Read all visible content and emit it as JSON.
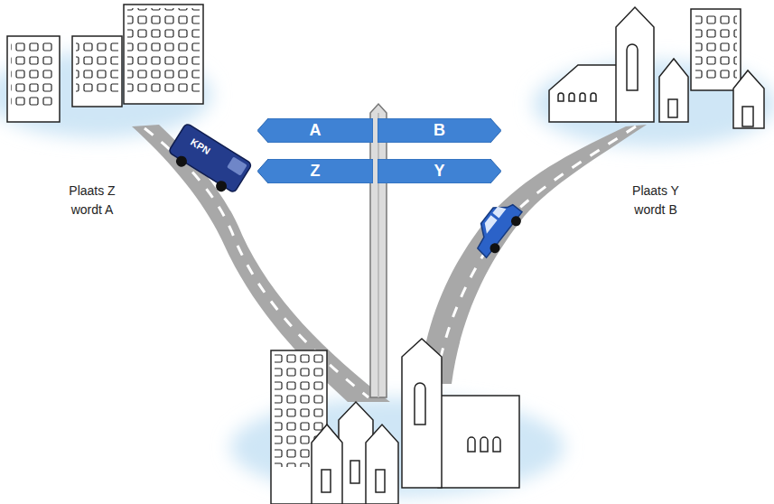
{
  "diagram": {
    "nodes": [
      {
        "text": [
          "A"
        ]
      },
      {
        "text": [
          "B"
        ]
      },
      {
        "text": [
          "Z"
        ]
      },
      {
        "text": [
          "Y"
        ]
      }
    ],
    "labels": [
      "KPN",
      "Plaats Z wordt A",
      "Plaats Y wordt B"
    ]
  }
}
